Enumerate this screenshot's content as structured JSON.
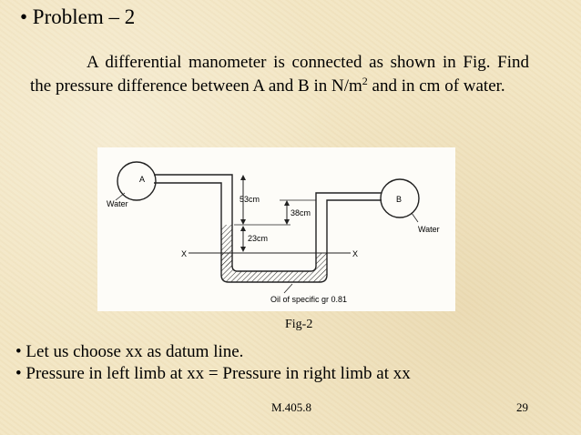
{
  "slide": {
    "heading": "• Problem – 2",
    "paragraph_part1": "A differential manometer is connected as shown in Fig. Find the pressure difference between A and B in N/m",
    "paragraph_sup": "2",
    "paragraph_part2": " and in cm of water.",
    "figure_caption": "Fig-2",
    "bullets": [
      "• Let us choose xx as datum line.",
      "• Pressure in left limb at xx = Pressure in right limb at xx"
    ],
    "footer_code": "M.405.8",
    "page_number": "29"
  },
  "figure": {
    "label_a": "A",
    "label_b": "B",
    "water_left": "Water",
    "water_right": "Water",
    "dim_53": "53cm",
    "dim_38": "38cm",
    "dim_23": "23cm",
    "x_left": "X",
    "x_right": "X",
    "oil_label": "Oil of specific gr 0.81"
  }
}
